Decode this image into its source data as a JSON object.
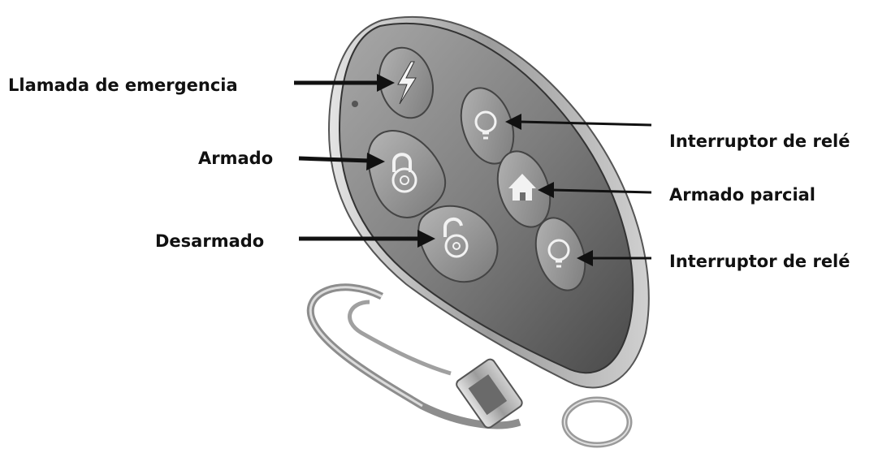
{
  "labels": {
    "emergency_call": "Llamada de emergencia",
    "arm": "Armado",
    "disarm": "Desarmado",
    "relay_switch_top": "Interruptor de relé",
    "partial_arm": "Armado parcial",
    "relay_switch_bottom": "Interruptor de relé"
  },
  "colors": {
    "shell": "#8a8a8a",
    "shell_dark": "#3e3e3e",
    "button": "#9a9a9a",
    "metal": "#b8b8b8",
    "arrow": "#111111"
  },
  "icons": [
    "lightning-icon",
    "lock-closed-icon",
    "lock-open-icon",
    "bulb-icon",
    "house-icon"
  ]
}
